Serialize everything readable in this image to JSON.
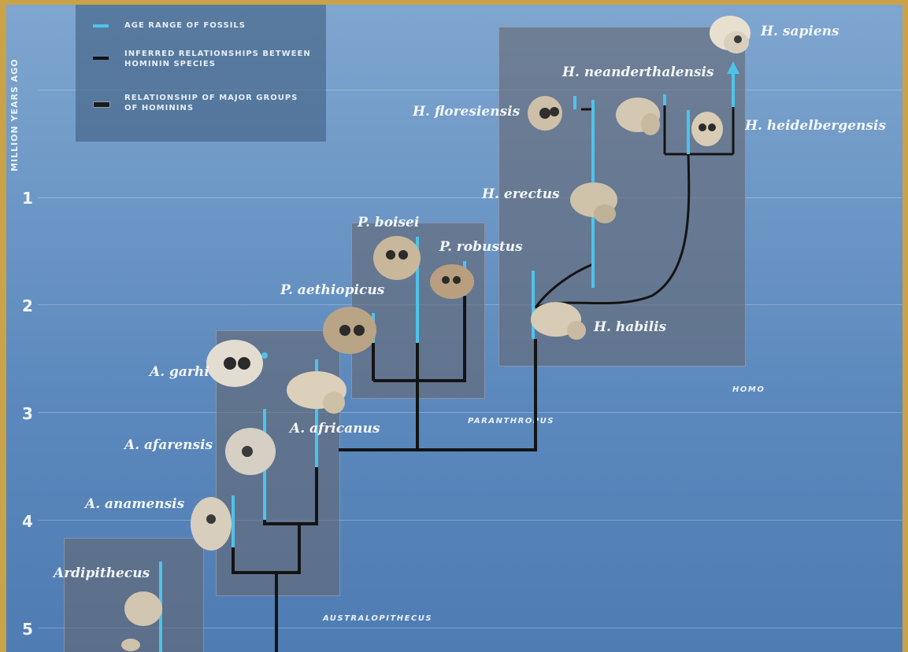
{
  "axis": {
    "title": "MILLION YEARS AGO",
    "ticks": [
      "1",
      "2",
      "3",
      "4",
      "5"
    ]
  },
  "legend": {
    "items": [
      {
        "label": "AGE RANGE OF FOSSILS",
        "color": "#4ec3ea"
      },
      {
        "label": "INFERRED RELATIONSHIPS BETWEEN HOMININ SPECIES",
        "color": "#111111"
      },
      {
        "label": "RELATIONSHIP OF MAJOR GROUPS OF HOMININS",
        "color": "#1a1a1a"
      }
    ]
  },
  "groups": {
    "homo": "HOMO",
    "paranthropus": "PARANTHROPUS",
    "australopithecus": "AUSTRALOPITHECUS"
  },
  "species": {
    "sapiens": "H. sapiens",
    "neanderthalensis": "H. neanderthalensis",
    "floresiensis": "H. floresiensis",
    "heidelbergensis": "H. heidelbergensis",
    "erectus": "H. erectus",
    "habilis": "H. habilis",
    "boisei": "P. boisei",
    "robustus": "P. robustus",
    "aethiopicus": "P. aethiopicus",
    "garhi": "A. garhi",
    "africanus": "A. africanus",
    "afarensis": "A. afarensis",
    "anamensis": "A. anamensis",
    "ardipithecus": "Ardipithecus"
  },
  "colors": {
    "fossil_range": "#4ec3ea",
    "relationship": "#141414",
    "box": "#64687280"
  }
}
